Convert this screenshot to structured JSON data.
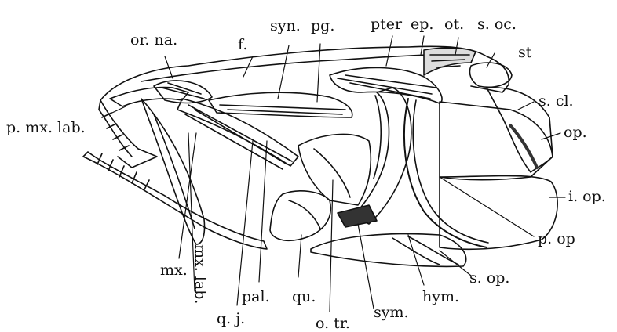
{
  "figure": {
    "ink_color": "#111111",
    "background": "#ffffff",
    "labels": {
      "or_na": "or. na.",
      "f": "f.",
      "syn": "syn.",
      "pg": "pg.",
      "pter": "pter",
      "ep": "ep.",
      "ot": "ot.",
      "s_oc": "s. oc.",
      "st": "st",
      "s_cl": "s. cl.",
      "op": "op.",
      "i_op": "i. op.",
      "p_op": "p. op",
      "s_op": "s. op.",
      "hym": "hym.",
      "sym": "sym.",
      "o_tr": "o. tr.",
      "qu": "qu.",
      "pal": "pal.",
      "q_j": "q. j.",
      "mx_lab": "mx. lab.",
      "mx": "mx.",
      "p_mx_lab": "p. mx. lab."
    }
  }
}
